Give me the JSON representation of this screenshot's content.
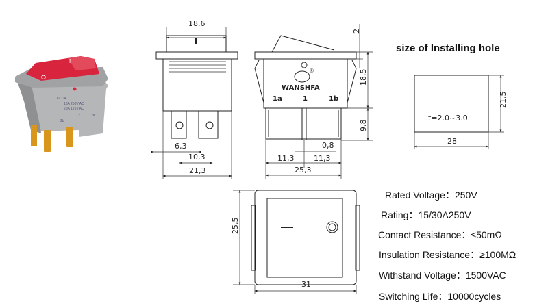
{
  "product_photo": {
    "markings": [
      "KCD4",
      "16A 250V AC",
      "20A 125V AC",
      "2b",
      "2",
      "2a"
    ],
    "rocker_symbols": [
      "O",
      "I"
    ],
    "rocker_color": "#d8243c",
    "housing_color": "#a9abad",
    "terminal_color": "#d9961c"
  },
  "side_view": {
    "width_top": "18,6",
    "pin_offset": "6,3",
    "pin_pitch": "10,3",
    "width_total": "21,3"
  },
  "front_view": {
    "brand": "WANSHFA",
    "terminal_labels": [
      "1a",
      "1",
      "1b"
    ],
    "rocker_height": "2",
    "body_height": "18,5",
    "terminal_length": "9,8",
    "terminal_thickness": "0,8",
    "pitch_left": "11,3",
    "pitch_right": "11,3",
    "width_total": "25,3"
  },
  "top_view": {
    "height": "25,5",
    "width": "31"
  },
  "installing_hole": {
    "title": "size of Installing hole",
    "thickness": "t=2.0~3.0",
    "height": "21,5",
    "width": "28"
  },
  "specs": [
    {
      "label": "Rated Voltage：",
      "value": "250V"
    },
    {
      "label": "Rating：",
      "value": "15/30A250V"
    },
    {
      "label": "Contact Resistance：",
      "value": "≤50mΩ"
    },
    {
      "label": "Insulation Resistance：",
      "value": "≥100MΩ"
    },
    {
      "label": "Withstand Voltage：",
      "value": "1500VAC"
    },
    {
      "label": "Switching Life：",
      "value": "10000cycles"
    }
  ]
}
